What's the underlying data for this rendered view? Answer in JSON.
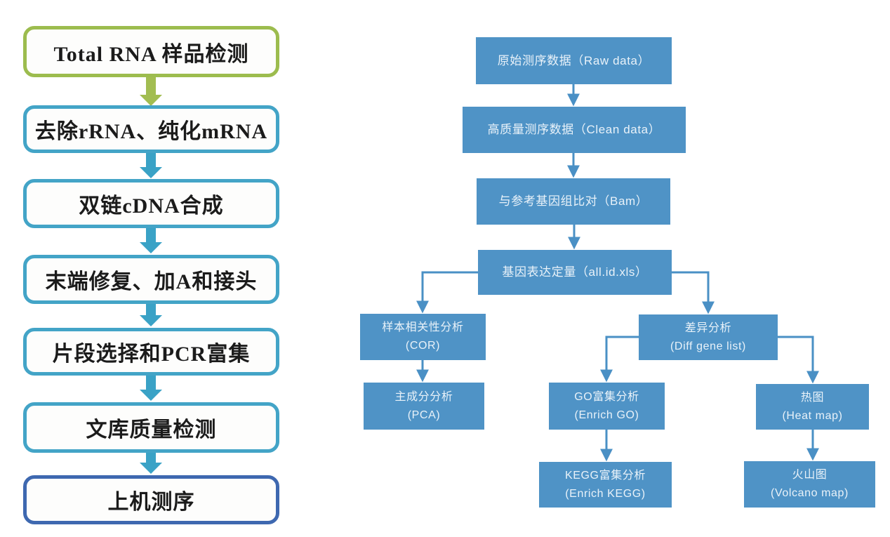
{
  "left_chart": {
    "description": "RNA-seq library construction workflow",
    "accent_colors": {
      "first_box_green": "#9cbc4e",
      "middle_box_teal": "#43a4c7",
      "last_box_blue": "#3e68b0",
      "arrow_green": "#a2bd51",
      "arrow_teal": "#3aa2c6"
    },
    "steps": [
      {
        "label": "Total RNA 样品检测"
      },
      {
        "label": "去除rRNA、纯化mRNA"
      },
      {
        "label": "双链cDNA合成"
      },
      {
        "label": "末端修复、加A和接头"
      },
      {
        "label": "片段选择和PCR富集"
      },
      {
        "label": "文库质量检测"
      },
      {
        "label": "上机测序"
      }
    ]
  },
  "right_chart": {
    "description": "RNA-seq data analysis pipeline",
    "accent_colors": {
      "node_fill_blue": "#4f93c6",
      "node_text": "#e9f2f9",
      "connector_blue": "#4a90c5"
    },
    "nodes": [
      {
        "label": "原始测序数据（Raw data）"
      },
      {
        "label": "高质量测序数据（Clean data）"
      },
      {
        "label": "与参考基因组比对（Bam）"
      },
      {
        "label": "基因表达定量（all.id.xls）"
      },
      {
        "label": "样本相关性分析",
        "sublabel": "(COR)"
      },
      {
        "label": "主成分分析",
        "sublabel": "(PCA)"
      },
      {
        "label": "差异分析",
        "sublabel": "(Diff gene list)"
      },
      {
        "label": "GO富集分析",
        "sublabel": "(Enrich GO)"
      },
      {
        "label": "热图",
        "sublabel": "(Heat map)"
      },
      {
        "label": "KEGG富集分析",
        "sublabel": "(Enrich KEGG)"
      },
      {
        "label": "火山图",
        "sublabel": "(Volcano map)"
      }
    ]
  }
}
